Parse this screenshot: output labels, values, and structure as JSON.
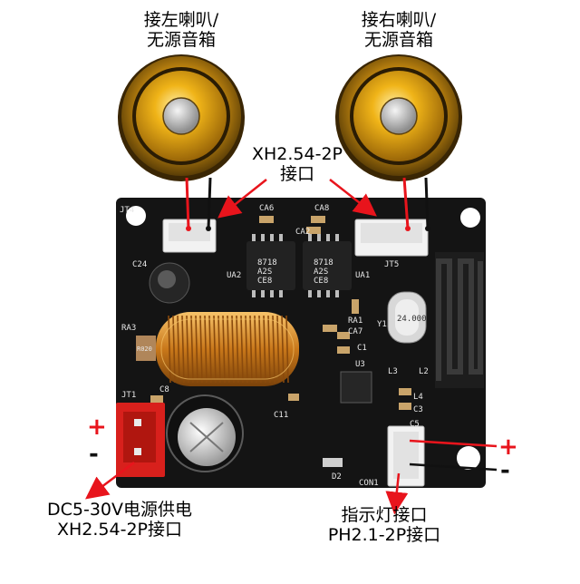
{
  "labels": {
    "left_speaker": [
      "接左喇叭/",
      "无源音箱"
    ],
    "right_speaker": [
      "接右喇叭/",
      "无源音箱"
    ],
    "speaker_connector": [
      "XH2.54-2P",
      "接口"
    ],
    "power": [
      "DC5-30V电源供电",
      "XH2.54-2P接口"
    ],
    "indicator": [
      "指示灯接口",
      "PH2.1-2P接口"
    ]
  },
  "polarity": {
    "plus": "+",
    "minus": "-"
  },
  "silkscreen": {
    "jt4": "JT4",
    "jt5": "JT5",
    "jt1": "JT1",
    "con1": "CON1",
    "ca6": "CA6",
    "ca8": "CA8",
    "ca2": "CA2",
    "ua2": "UA2",
    "ua1": "UA1",
    "c24": "C24",
    "ra3": "RA3",
    "ra1": "RA1",
    "ca7": "CA7",
    "c1": "C1",
    "u3": "U3",
    "l3": "L3",
    "l2": "L2",
    "l4": "L4",
    "c3": "C3",
    "c5": "C5",
    "c11": "C11",
    "c8": "C8",
    "d2": "D2",
    "y1": "Y1",
    "chip_text": [
      "8718",
      "A2S",
      "CE8"
    ],
    "crystal_text": "24.000",
    "resistor_text": "R020"
  },
  "colors": {
    "pcb": "#141414",
    "connector": "#f2f2f2",
    "power_connector": "#d8201c",
    "arrow": "#e8141c",
    "speaker_gold": "#d79a12",
    "coil": "#d88a20"
  }
}
